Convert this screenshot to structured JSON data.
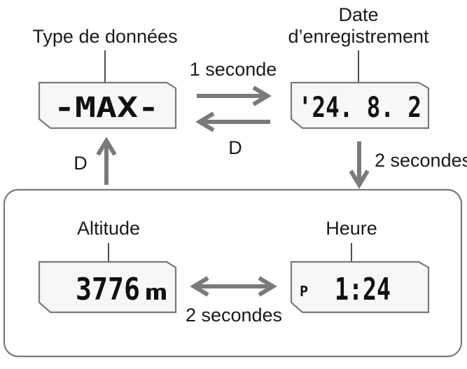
{
  "labels": {
    "data_type": "Type de données",
    "record_date_line1": "Date",
    "record_date_line2": "d’enregistrement",
    "altitude": "Altitude",
    "time": "Heure"
  },
  "displays": {
    "max": "-MAX-",
    "date": "'24. 8. 2",
    "altitude_value": "3776",
    "altitude_unit": "m",
    "time_prefix": "P",
    "time_value": "1:24"
  },
  "transitions": {
    "one_second": "1 seconde",
    "button_d_bottom": "D",
    "button_d_left": "D",
    "two_seconds_right": "2 secondes",
    "two_seconds_bottom": "2 secondes"
  }
}
